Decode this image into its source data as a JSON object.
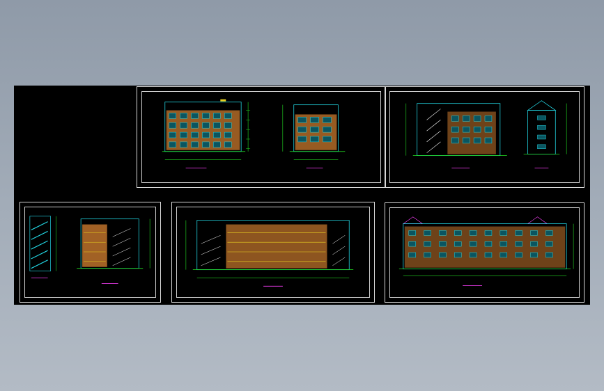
{
  "colors": {
    "background_top": "#8f9aa8",
    "background_bottom": "#b3bbc5",
    "canvas": "#000000",
    "frame": "#d8d8d8",
    "dimension_green": "#22dd22",
    "line_cyan": "#22d3e0",
    "wall_orange": "#c9792e",
    "accent_magenta": "#ff40ff",
    "accent_yellow": "#e8d020"
  },
  "sheets": [
    {
      "id": "sheet-1",
      "views": [
        "elevation-front",
        "elevation-side"
      ]
    },
    {
      "id": "sheet-2",
      "views": [
        "section-staircase",
        "elevation-gable"
      ]
    },
    {
      "id": "sheet-3",
      "views": [
        "stair-detail",
        "elevation-side-2"
      ]
    },
    {
      "id": "sheet-4",
      "views": [
        "elevation-long"
      ]
    },
    {
      "id": "sheet-5",
      "views": [
        "elevation-rear"
      ]
    }
  ]
}
